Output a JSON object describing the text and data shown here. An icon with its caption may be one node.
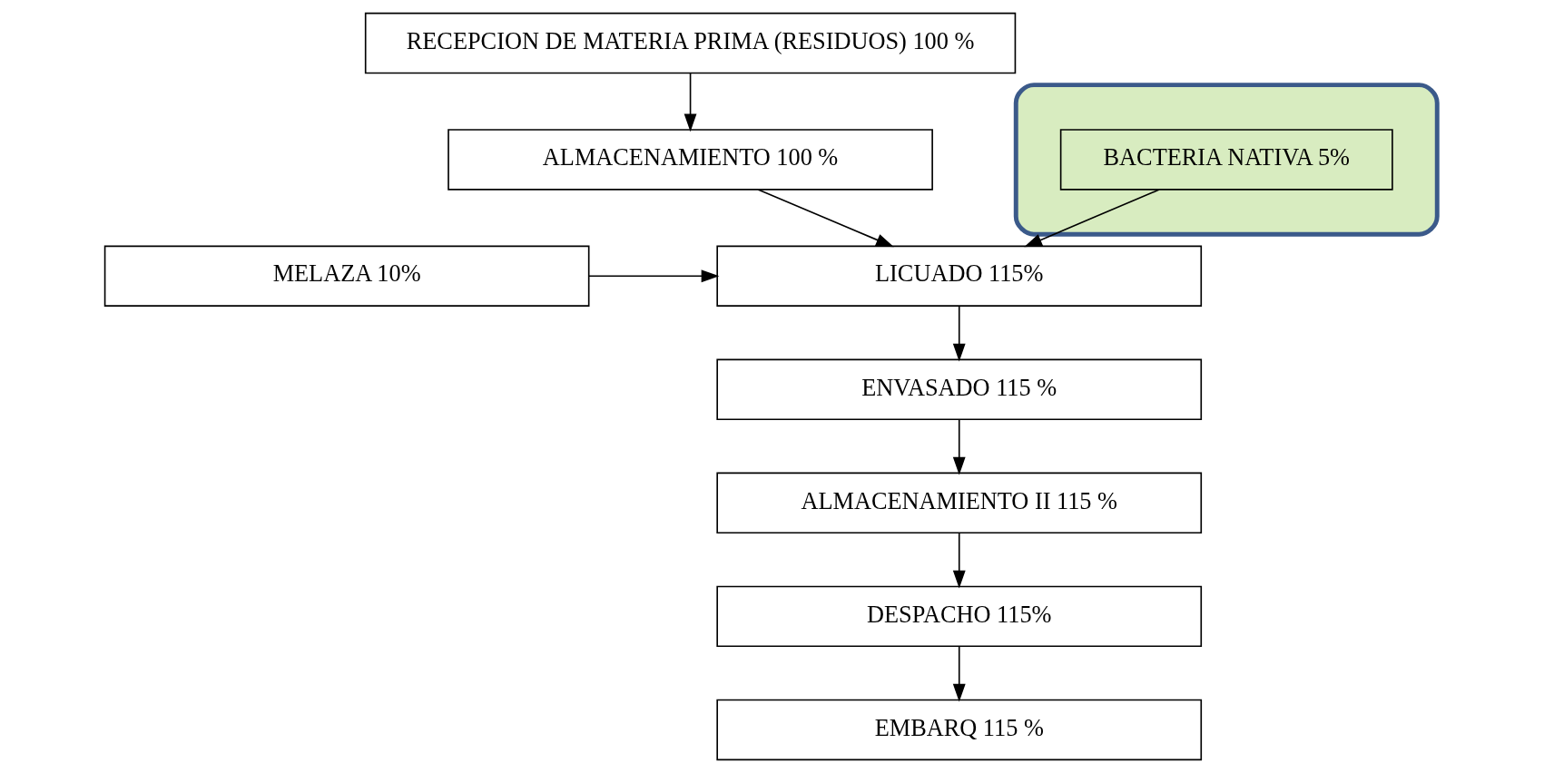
{
  "diagram": {
    "nodes": [
      {
        "text": [
          "RECEPCION DE MATERIA PRIMA (RESIDUOS) 100 %"
        ]
      },
      {
        "text": [
          "ALMACENAMIENTO 100 %"
        ]
      },
      {
        "text": [
          "MELAZA 10%"
        ]
      },
      {
        "text": [
          "LICUADO 115%"
        ]
      },
      {
        "text": [],
        "shape": "ellipse"
      },
      {
        "text": [
          "BACTERIA NATIVA 5%"
        ],
        "in": 4
      },
      {
        "text": [
          "ENVASADO 115 %"
        ]
      },
      {
        "text": [
          "ALMACENAMIENTO II 115 %"
        ]
      },
      {
        "text": [
          "DESPACHO 115%"
        ]
      },
      {
        "text": [
          "EMBARQ 115 %"
        ]
      }
    ],
    "edges": [
      {
        "from": 0,
        "to": 1,
        "arrow": "to"
      },
      {
        "from": 1,
        "to": 3,
        "arrow": "to"
      },
      {
        "from": 2,
        "to": 3,
        "arrow": "to"
      },
      {
        "from": 5,
        "to": 3,
        "arrow": "to"
      },
      {
        "from": 3,
        "to": 6,
        "arrow": "to"
      },
      {
        "from": 6,
        "to": 7,
        "arrow": "to"
      },
      {
        "from": 7,
        "to": 8,
        "arrow": "to"
      },
      {
        "from": 8,
        "to": 9,
        "arrow": "to"
      }
    ]
  }
}
